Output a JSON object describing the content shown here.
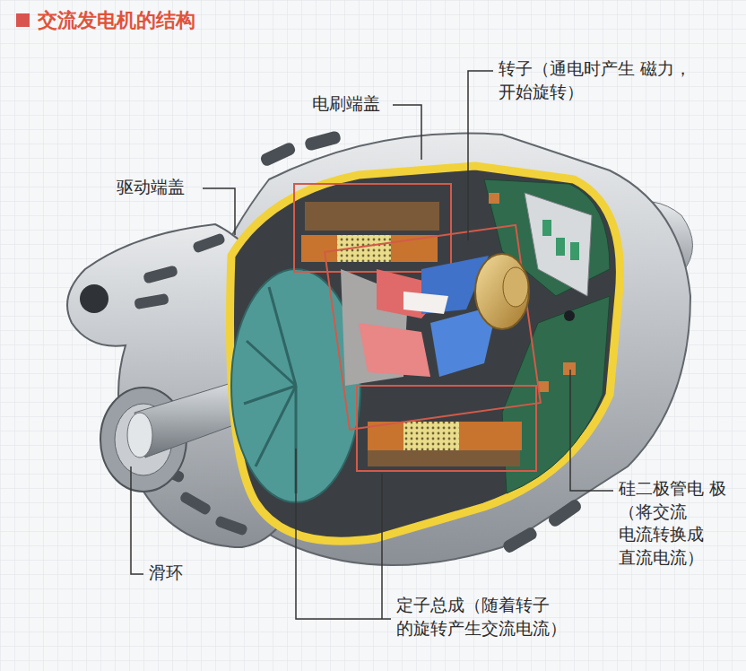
{
  "diagram": {
    "title": "交流发电机的结构",
    "labels": [
      "转子（通电时产生 磁力，开始旋转）",
      "电刷端盖",
      "驱动端盖",
      "硅二极管电 极（将交流 电流转换成 直流电流）",
      "滑环",
      "定子总成（随着转子 的旋转产生交流电流）"
    ]
  }
}
